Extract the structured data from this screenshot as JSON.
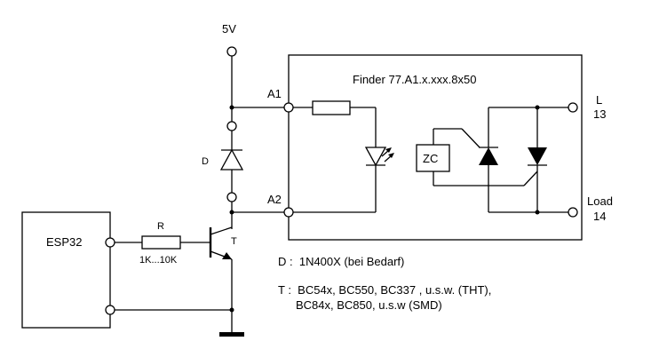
{
  "supply": {
    "label": "5V"
  },
  "relay": {
    "title": "Finder 77.A1.x.xxx.8x50",
    "pin_a1": "A1",
    "pin_a2": "A2",
    "pin_l": "L",
    "pin_l_num": "13",
    "pin_load": "Load",
    "pin_load_num": "14",
    "zc_label": "ZC"
  },
  "diode": {
    "label": "D"
  },
  "transistor": {
    "label": "T"
  },
  "resistor": {
    "label": "R",
    "value": "1K...10K"
  },
  "mcu": {
    "label": "ESP32"
  },
  "notes": {
    "diode_note": "D :  1N400X (bei Bedarf)",
    "transistor_note_1": "T :  BC54x, BC550, BC337 , u.s.w. (THT),",
    "transistor_note_2": "BC84x, BC850, u.s.w (SMD)"
  }
}
